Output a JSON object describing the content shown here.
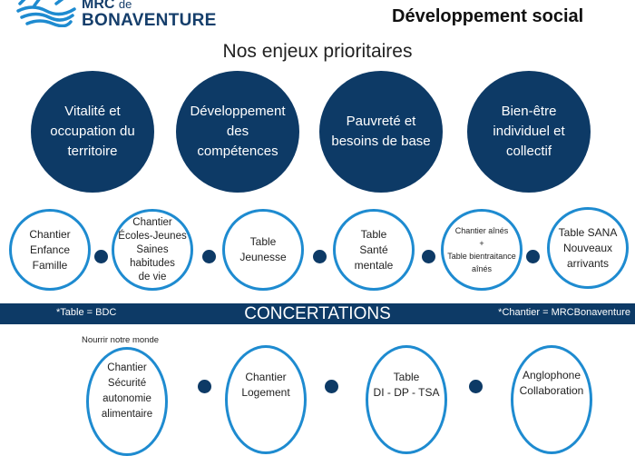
{
  "logo": {
    "line1": "MRC",
    "line1_small": "de",
    "line2": "BONAVENTURE"
  },
  "header": {
    "title": "Développement social",
    "subtitle": "Nos enjeux prioritaires"
  },
  "enjeux": [
    "Vitalité et occupation du territoire",
    "Développement des compétences",
    "Pauvreté et besoins de base",
    "Bien-être individuel et collectif"
  ],
  "row1": [
    "Chantier\nEnfance Famille",
    "Chantier\nÉcoles-Jeunes\nSaines\nhabitudes\nde vie",
    "Table\nJeunesse",
    "Table\nSanté mentale",
    "Chantier aînés\n+\nTable bientraitance\naînés",
    "Table SANA\nNouveaux\narrivants"
  ],
  "banner": {
    "left": "*Table = BDC",
    "title": "CONCERTATIONS",
    "right": "*Chantier = MRCBonaventure"
  },
  "row2_label": "Nourrir notre monde",
  "row2": [
    "Chantier\nSécurité\nautonomie\nalimentaire",
    "Chantier\nLogement",
    "Table\nDI - DP - TSA",
    "Anglophone\nCollaboration"
  ],
  "colors": {
    "navy": "#0d3a66",
    "ring": "#1e8bd0"
  }
}
